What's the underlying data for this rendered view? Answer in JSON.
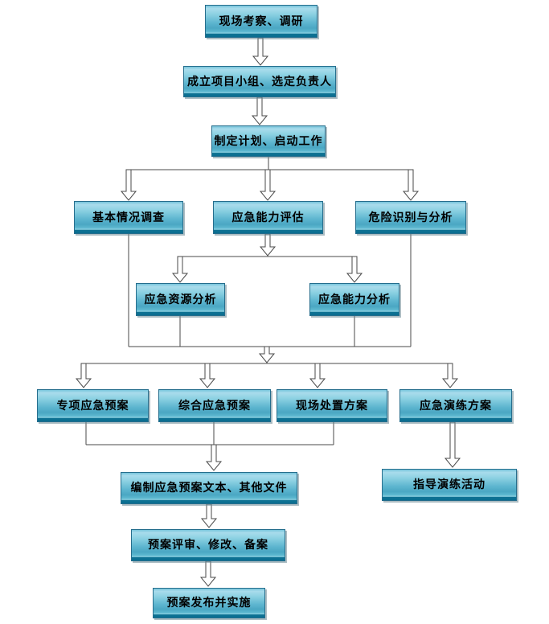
{
  "diagram": {
    "type": "flowchart",
    "language": "zh-CN",
    "colors": {
      "node_fill_light": "#a9dcec",
      "node_fill_mid": "#5db5cf",
      "node_bottom_band": "#0a6d90",
      "node_border": "#266e8d",
      "node_text": "#000000",
      "connector": "#4a4a4a",
      "arrow_fill": "#ffffff",
      "background": "#ffffff"
    }
  },
  "nodes": [
    {
      "id": "site-survey",
      "label": "现场考察、调研"
    },
    {
      "id": "form-team",
      "label": "成立项目小组、选定负责人"
    },
    {
      "id": "make-plan",
      "label": "制定计划、启动工作"
    },
    {
      "id": "basic-investigation",
      "label": "基本情况调查"
    },
    {
      "id": "capability-evaluation",
      "label": "应急能力评估"
    },
    {
      "id": "hazard-identification",
      "label": "危险识别与分析"
    },
    {
      "id": "resource-analysis",
      "label": "应急资源分析"
    },
    {
      "id": "capability-analysis",
      "label": "应急能力分析"
    },
    {
      "id": "special-plan",
      "label": "专项应急预案"
    },
    {
      "id": "comprehensive-plan",
      "label": "综合应急预案"
    },
    {
      "id": "onsite-disposal",
      "label": "现场处置方案"
    },
    {
      "id": "drill-plan",
      "label": "应急演练方案"
    },
    {
      "id": "guide-drill",
      "label": "指导演练活动"
    },
    {
      "id": "compile-documents",
      "label": "编制应急预案文本、其他文件"
    },
    {
      "id": "review-revise",
      "label": "预案评审、修改、备案"
    },
    {
      "id": "publish-implement",
      "label": "预案发布并实施"
    }
  ],
  "edges": [
    {
      "from": "site-survey",
      "to": "form-team"
    },
    {
      "from": "form-team",
      "to": "make-plan"
    },
    {
      "from": "make-plan",
      "to": "basic-investigation"
    },
    {
      "from": "make-plan",
      "to": "capability-evaluation"
    },
    {
      "from": "make-plan",
      "to": "hazard-identification"
    },
    {
      "from": "capability-evaluation",
      "to": "resource-analysis"
    },
    {
      "from": "capability-evaluation",
      "to": "capability-analysis"
    },
    {
      "from": "basic-investigation",
      "to": "special-plan"
    },
    {
      "from": "basic-investigation",
      "to": "comprehensive-plan"
    },
    {
      "from": "basic-investigation",
      "to": "onsite-disposal"
    },
    {
      "from": "basic-investigation",
      "to": "drill-plan"
    },
    {
      "from": "resource-analysis",
      "to": "special-plan"
    },
    {
      "from": "resource-analysis",
      "to": "comprehensive-plan"
    },
    {
      "from": "resource-analysis",
      "to": "onsite-disposal"
    },
    {
      "from": "resource-analysis",
      "to": "drill-plan"
    },
    {
      "from": "capability-analysis",
      "to": "special-plan"
    },
    {
      "from": "capability-analysis",
      "to": "comprehensive-plan"
    },
    {
      "from": "capability-analysis",
      "to": "onsite-disposal"
    },
    {
      "from": "capability-analysis",
      "to": "drill-plan"
    },
    {
      "from": "hazard-identification",
      "to": "special-plan"
    },
    {
      "from": "hazard-identification",
      "to": "comprehensive-plan"
    },
    {
      "from": "hazard-identification",
      "to": "onsite-disposal"
    },
    {
      "from": "hazard-identification",
      "to": "drill-plan"
    },
    {
      "from": "special-plan",
      "to": "compile-documents"
    },
    {
      "from": "comprehensive-plan",
      "to": "compile-documents"
    },
    {
      "from": "onsite-disposal",
      "to": "compile-documents"
    },
    {
      "from": "drill-plan",
      "to": "guide-drill"
    },
    {
      "from": "compile-documents",
      "to": "review-revise"
    },
    {
      "from": "review-revise",
      "to": "publish-implement"
    }
  ]
}
